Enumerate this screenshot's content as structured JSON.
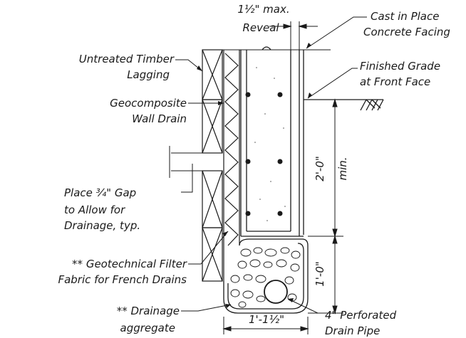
{
  "labels": {
    "reveal_line1": "1½\" max.",
    "reveal_line2": "Reveal",
    "facing_line1": "Cast in Place",
    "facing_line2": "Concrete Facing",
    "lagging_line1": "Untreated Timber",
    "lagging_line2": "Lagging",
    "grade_line1": "Finished Grade",
    "grade_line2": "at Front Face",
    "drain_line1": "Geocomposite",
    "drain_line2": "Wall Drain",
    "gap_line1": "Place ¾\" Gap",
    "gap_line2": "to Allow for",
    "gap_line3": "Drainage, typ.",
    "fabric_line1": "** Geotechnical Filter",
    "fabric_line2": "Fabric for French Drains",
    "aggregate_line1": "** Drainage",
    "aggregate_line2": "aggregate",
    "pipe_line1": "4\" Perforated",
    "pipe_line2": "Drain Pipe",
    "dim_height": "2'-0\"",
    "dim_min": "min.",
    "dim_depth": "1'-0\"",
    "dim_width": "1'-1½\""
  },
  "colors": {
    "ink": "#1a1a1a",
    "paper": "#ffffff"
  }
}
